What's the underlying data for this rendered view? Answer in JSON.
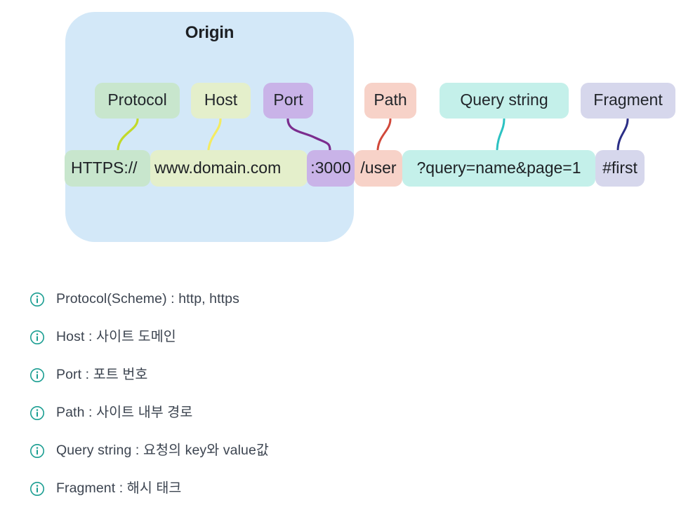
{
  "diagram": {
    "origin_label": "Origin",
    "origin_color": "#d3e8f8",
    "labels": [
      {
        "name": "protocol",
        "text": "Protocol",
        "color": "#c8e6cd",
        "connector_color": "#c2d92b"
      },
      {
        "name": "host",
        "text": "Host",
        "color": "#e4efcb",
        "connector_color": "#f4eb62"
      },
      {
        "name": "port",
        "text": "Port",
        "color": "#c9b3e8",
        "connector_color": "#7b2d8e"
      },
      {
        "name": "path",
        "text": "Path",
        "color": "#f7d2c8",
        "connector_color": "#d1483a"
      },
      {
        "name": "query",
        "text": "Query string",
        "color": "#c4f0ea",
        "connector_color": "#2cc2c2"
      },
      {
        "name": "fragment",
        "text": "Fragment",
        "color": "#d6d7ec",
        "connector_color": "#2b2e86"
      }
    ],
    "url_segments": [
      {
        "name": "protocol",
        "text": "HTTPS://",
        "color": "#c8e6cd"
      },
      {
        "name": "host",
        "text": "www.domain.com",
        "color": "#e4efcb"
      },
      {
        "name": "port",
        "text": ":3000",
        "color": "#c9b3e8"
      },
      {
        "name": "path",
        "text": "/user",
        "color": "#f7d2c8"
      },
      {
        "name": "query",
        "text": "?query=name&page=1",
        "color": "#c4f0ea"
      },
      {
        "name": "fragment",
        "text": "#first",
        "color": "#d6d7ec"
      }
    ]
  },
  "notes": {
    "icon": "info-circle-icon",
    "icon_color": "#1b9e92",
    "items": [
      {
        "name": "protocol",
        "text": "Protocol(Scheme) : http, https"
      },
      {
        "name": "host",
        "text": "Host : 사이트 도메인"
      },
      {
        "name": "port",
        "text": "Port : 포트 번호"
      },
      {
        "name": "path",
        "text": "Path : 사이트 내부 경로"
      },
      {
        "name": "query",
        "text": "Query string : 요청의 key와 value값"
      },
      {
        "name": "fragment",
        "text": "Fragment : 해시 태크"
      }
    ]
  }
}
